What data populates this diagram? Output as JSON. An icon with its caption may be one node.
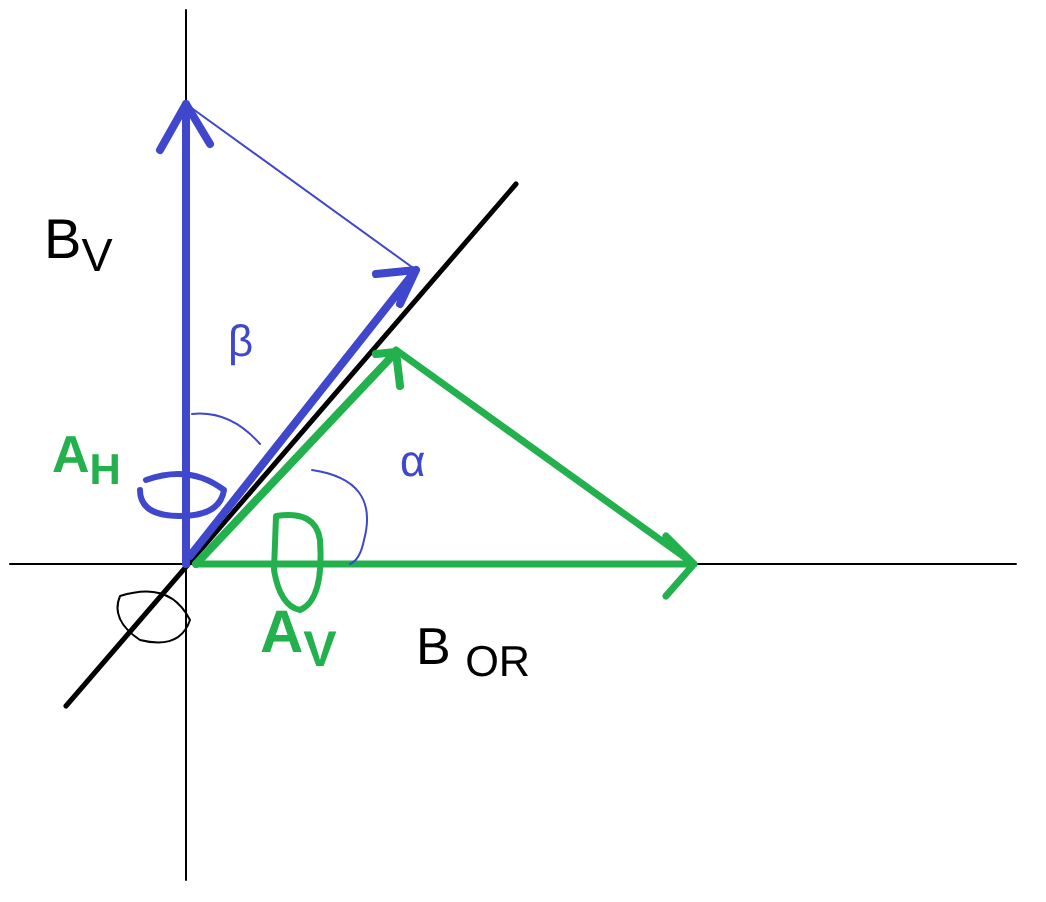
{
  "diagram": {
    "labels": [
      "B$_{V}$",
      "β",
      "A$_{H}$",
      "α",
      "A$_{V}$",
      "B $_{OR}$"
    ]
  }
}
